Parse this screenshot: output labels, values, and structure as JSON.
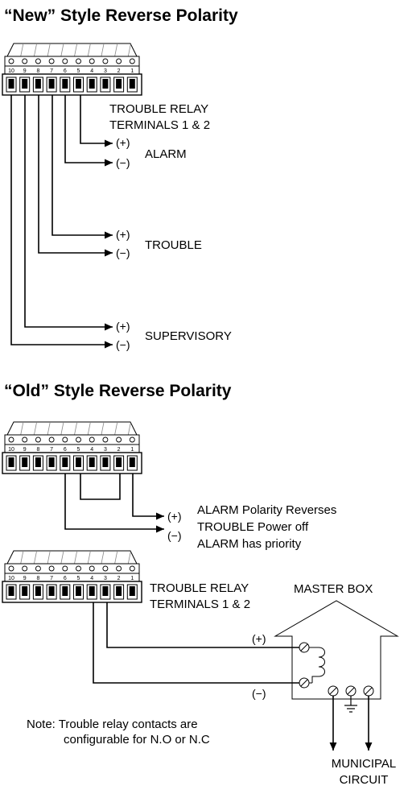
{
  "title_new": "“New” Style Reverse Polarity",
  "title_old": "“Old” Style Reverse Polarity",
  "terminal_pins": [
    "10",
    "9",
    "8",
    "7",
    "6",
    "5",
    "4",
    "3",
    "2",
    "1"
  ],
  "new_style": {
    "relay_label_line1": "TROUBLE RELAY",
    "relay_label_line2": "TERMINALS 1 & 2",
    "plus": "(+)",
    "minus": "(−)",
    "alarm": "ALARM",
    "trouble": "TROUBLE",
    "supervisory": "SUPERVISORY"
  },
  "old_style": {
    "plus": "(+)",
    "minus": "(−)",
    "note_line1": "ALARM Polarity Reverses",
    "note_line2": "TROUBLE Power off",
    "note_line3": "ALARM has priority",
    "relay_label_line1": "TROUBLE RELAY",
    "relay_label_line2": "TERMINALS 1 & 2",
    "master_box": "MASTER BOX",
    "wire_plus": "(+)",
    "wire_minus": "(−)",
    "contacts_note_line1": "Note: Trouble relay contacts are",
    "contacts_note_line2": "configurable for N.O or N.C",
    "municipal_line1": "MUNICIPAL",
    "municipal_line2": "CIRCUIT"
  }
}
